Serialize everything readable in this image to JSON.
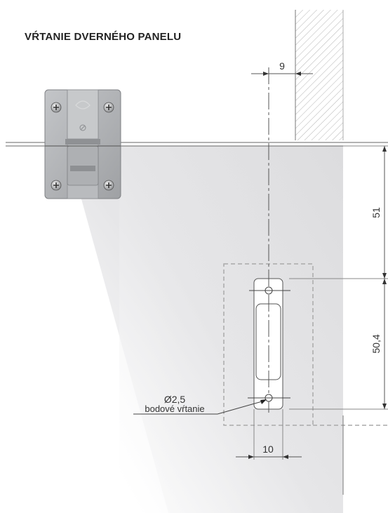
{
  "title": "VŔTANIE DVERNÉHO PANELU",
  "dimensions": {
    "offset_from_edge": "9",
    "distance_to_first_hole": "51",
    "hole_spacing": "50,4",
    "width": "10"
  },
  "annotation": {
    "diameter": "Ø2,5",
    "note": "bodové vŕtanie"
  },
  "colors": {
    "wall_hatch": "#b8b8b8",
    "panel_fill": "#e2e2e4",
    "hinge_metal": "#a9abae",
    "dim_line": "#555555"
  }
}
